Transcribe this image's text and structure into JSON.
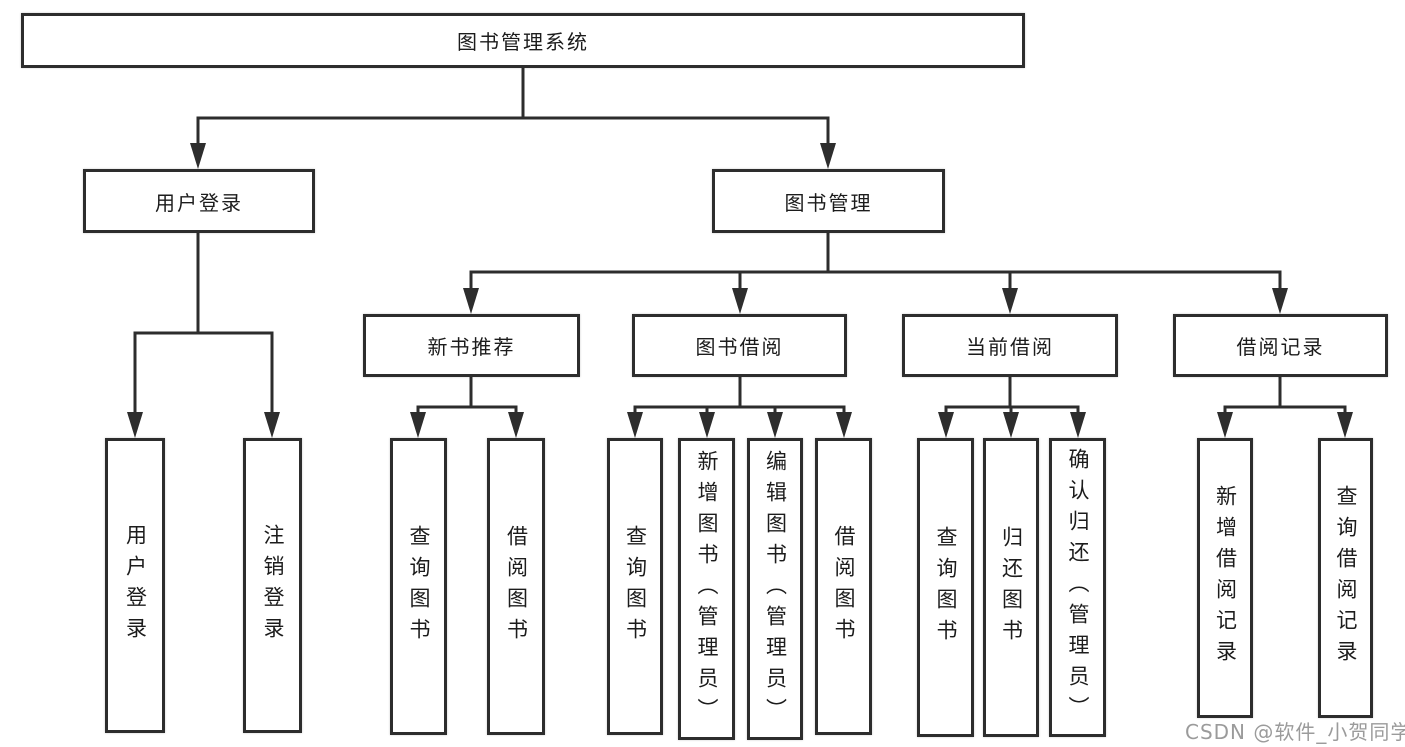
{
  "diagram": {
    "title": "图书管理系统",
    "children": [
      {
        "label": "用户登录",
        "children": [
          {
            "label": "用户登录"
          },
          {
            "label": "注销登录"
          }
        ]
      },
      {
        "label": "图书管理",
        "children": [
          {
            "label": "新书推荐",
            "children": [
              {
                "label": "查询图书"
              },
              {
                "label": "借阅图书"
              }
            ]
          },
          {
            "label": "图书借阅",
            "children": [
              {
                "label": "查询图书"
              },
              {
                "label": "新增图书（管理员）"
              },
              {
                "label": "编辑图书（管理员）"
              },
              {
                "label": "借阅图书"
              }
            ]
          },
          {
            "label": "当前借阅",
            "children": [
              {
                "label": "查询图书"
              },
              {
                "label": "归还图书"
              },
              {
                "label": "确认归还（管理员）"
              }
            ]
          },
          {
            "label": "借阅记录",
            "children": [
              {
                "label": "新增借阅记录"
              },
              {
                "label": "查询借阅记录"
              }
            ]
          }
        ]
      }
    ]
  },
  "watermark": {
    "text": "CSDN @软件_小贺同学"
  },
  "colors": {
    "line": "#2d2d2d",
    "text": "#1c1c1c",
    "watermark": "#9b9b9b",
    "background": "#ffffff"
  }
}
